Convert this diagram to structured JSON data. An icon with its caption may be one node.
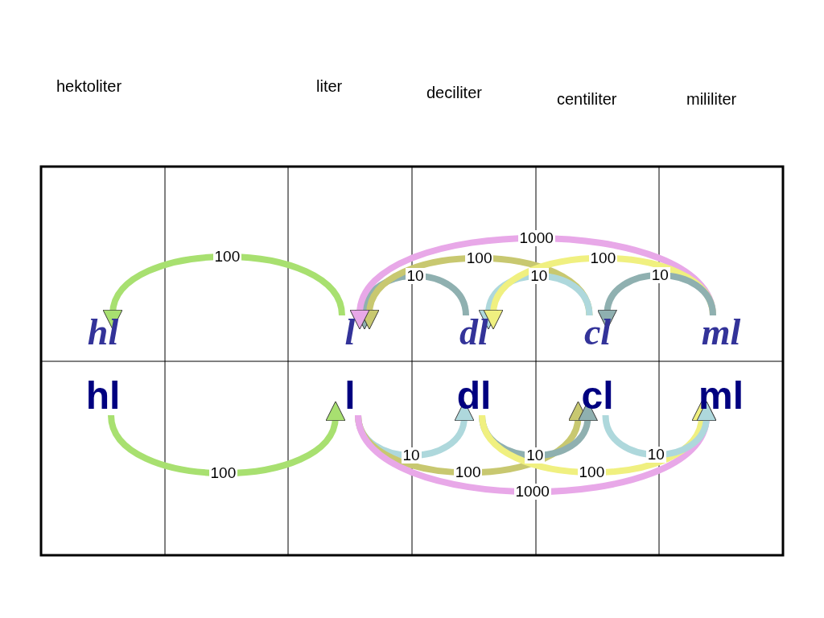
{
  "diagram": {
    "nodes": [
      {
        "text": [
          "hl"
        ]
      },
      {
        "text": [
          "l"
        ]
      },
      {
        "text": [
          "dl"
        ]
      },
      {
        "text": [
          "cl"
        ]
      },
      {
        "text": [
          "ml"
        ]
      },
      {
        "text": [
          "hl"
        ]
      },
      {
        "text": [
          "l"
        ]
      },
      {
        "text": [
          "dl"
        ]
      },
      {
        "text": [
          "cl"
        ]
      },
      {
        "text": [
          "ml"
        ]
      }
    ],
    "edges": [
      {
        "from": 1,
        "to": 0,
        "arrow": "to",
        "label": "100",
        "color": "#a8e070"
      },
      {
        "from": 2,
        "to": 1,
        "arrow": "to",
        "label": "10",
        "color": "#8fb0b0"
      },
      {
        "from": 3,
        "to": 1,
        "arrow": "to",
        "label": "100",
        "color": "#c8c870"
      },
      {
        "from": 4,
        "to": 1,
        "arrow": "to",
        "label": "1000",
        "color": "#e8a8e8"
      },
      {
        "from": 3,
        "to": 2,
        "arrow": "to",
        "label": "10",
        "color": "#aed8dc"
      },
      {
        "from": 4,
        "to": 2,
        "arrow": "to",
        "label": "100",
        "color": "#f0f080"
      },
      {
        "from": 4,
        "to": 3,
        "arrow": "to",
        "label": "10",
        "color": "#8fb0b0"
      },
      {
        "from": 5,
        "to": 6,
        "arrow": "to",
        "label": "100",
        "color": "#a8e070"
      },
      {
        "from": 6,
        "to": 7,
        "arrow": "to",
        "label": "10",
        "color": "#aed8dc"
      },
      {
        "from": 6,
        "to": 8,
        "arrow": "to",
        "label": "100",
        "color": "#c8c870"
      },
      {
        "from": 6,
        "to": 9,
        "arrow": "to",
        "label": "1000",
        "color": "#e8a8e8"
      },
      {
        "from": 7,
        "to": 8,
        "arrow": "to",
        "label": "10",
        "color": "#8fb0b0"
      },
      {
        "from": 7,
        "to": 9,
        "arrow": "to",
        "label": "100",
        "color": "#f0f080"
      },
      {
        "from": 8,
        "to": 9,
        "arrow": "to",
        "label": "10",
        "color": "#aed8dc"
      }
    ],
    "labels": [
      "hektoliter",
      "liter",
      "deciliter",
      "centiliter",
      "mililiter"
    ]
  }
}
